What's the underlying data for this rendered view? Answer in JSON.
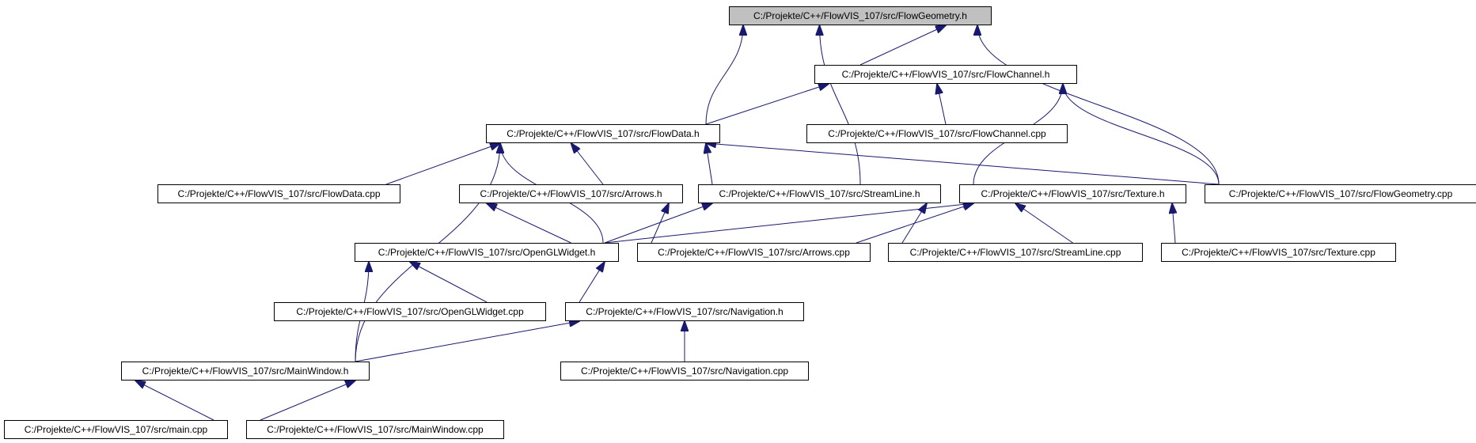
{
  "graph": {
    "nodes": {
      "flowgeometry_h": {
        "label": "C:/Projekte/C++/FlowVIS_107/src/FlowGeometry.h"
      },
      "flowchannel_h": {
        "label": "C:/Projekte/C++/FlowVIS_107/src/FlowChannel.h"
      },
      "flowdata_h": {
        "label": "C:/Projekte/C++/FlowVIS_107/src/FlowData.h"
      },
      "flowchannel_cpp": {
        "label": "C:/Projekte/C++/FlowVIS_107/src/FlowChannel.cpp"
      },
      "flowdata_cpp": {
        "label": "C:/Projekte/C++/FlowVIS_107/src/FlowData.cpp"
      },
      "arrows_h": {
        "label": "C:/Projekte/C++/FlowVIS_107/src/Arrows.h"
      },
      "streamline_h": {
        "label": "C:/Projekte/C++/FlowVIS_107/src/StreamLine.h"
      },
      "texture_h": {
        "label": "C:/Projekte/C++/FlowVIS_107/src/Texture.h"
      },
      "flowgeometry_cpp": {
        "label": "C:/Projekte/C++/FlowVIS_107/src/FlowGeometry.cpp"
      },
      "openglwidget_h": {
        "label": "C:/Projekte/C++/FlowVIS_107/src/OpenGLWidget.h"
      },
      "arrows_cpp": {
        "label": "C:/Projekte/C++/FlowVIS_107/src/Arrows.cpp"
      },
      "streamline_cpp": {
        "label": "C:/Projekte/C++/FlowVIS_107/src/StreamLine.cpp"
      },
      "texture_cpp": {
        "label": "C:/Projekte/C++/FlowVIS_107/src/Texture.cpp"
      },
      "openglwidget_cpp": {
        "label": "C:/Projekte/C++/FlowVIS_107/src/OpenGLWidget.cpp"
      },
      "navigation_h": {
        "label": "C:/Projekte/C++/FlowVIS_107/src/Navigation.h"
      },
      "mainwindow_h": {
        "label": "C:/Projekte/C++/FlowVIS_107/src/MainWindow.h"
      },
      "navigation_cpp": {
        "label": "C:/Projekte/C++/FlowVIS_107/src/Navigation.cpp"
      },
      "main_cpp": {
        "label": "C:/Projekte/C++/FlowVIS_107/src/main.cpp"
      },
      "mainwindow_cpp": {
        "label": "C:/Projekte/C++/FlowVIS_107/src/MainWindow.cpp"
      }
    },
    "edges": [
      {
        "from": "flowchannel_h",
        "to": "flowgeometry_h"
      },
      {
        "from": "flowdata_h",
        "to": "flowgeometry_h"
      },
      {
        "from": "streamline_h",
        "to": "flowgeometry_h"
      },
      {
        "from": "flowgeometry_cpp",
        "to": "flowgeometry_h"
      },
      {
        "from": "flowdata_h",
        "to": "flowchannel_h"
      },
      {
        "from": "flowchannel_cpp",
        "to": "flowchannel_h"
      },
      {
        "from": "texture_h",
        "to": "flowchannel_h"
      },
      {
        "from": "flowgeometry_cpp",
        "to": "flowchannel_h"
      },
      {
        "from": "flowdata_cpp",
        "to": "flowdata_h"
      },
      {
        "from": "arrows_h",
        "to": "flowdata_h"
      },
      {
        "from": "streamline_h",
        "to": "flowdata_h"
      },
      {
        "from": "openglwidget_h",
        "to": "flowdata_h"
      },
      {
        "from": "mainwindow_h",
        "to": "flowdata_h"
      },
      {
        "from": "flowgeometry_cpp",
        "to": "flowdata_h"
      },
      {
        "from": "openglwidget_h",
        "to": "arrows_h"
      },
      {
        "from": "arrows_cpp",
        "to": "arrows_h"
      },
      {
        "from": "openglwidget_h",
        "to": "streamline_h"
      },
      {
        "from": "streamline_cpp",
        "to": "streamline_h"
      },
      {
        "from": "openglwidget_h",
        "to": "texture_h"
      },
      {
        "from": "arrows_cpp",
        "to": "texture_h"
      },
      {
        "from": "streamline_cpp",
        "to": "texture_h"
      },
      {
        "from": "texture_cpp",
        "to": "texture_h"
      },
      {
        "from": "openglwidget_cpp",
        "to": "openglwidget_h"
      },
      {
        "from": "navigation_h",
        "to": "openglwidget_h"
      },
      {
        "from": "mainwindow_h",
        "to": "openglwidget_h"
      },
      {
        "from": "mainwindow_h",
        "to": "navigation_h"
      },
      {
        "from": "navigation_cpp",
        "to": "navigation_h"
      },
      {
        "from": "main_cpp",
        "to": "mainwindow_h"
      },
      {
        "from": "mainwindow_cpp",
        "to": "mainwindow_h"
      }
    ]
  },
  "colors": {
    "edge": "#191970",
    "node_border": "#000000",
    "node_fill": "#ffffff",
    "root_fill": "#c0c0c0"
  }
}
